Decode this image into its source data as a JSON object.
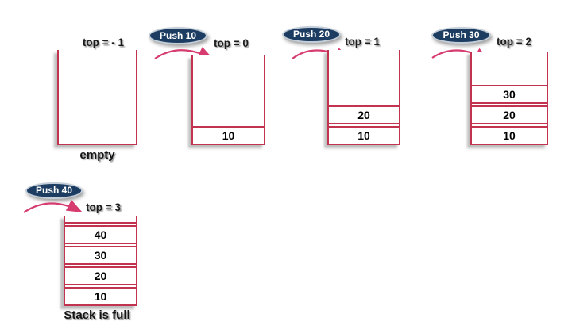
{
  "colors": {
    "stack_border": "#c23350",
    "ellipse_fill": "#1c3d61",
    "ellipse_stroke": "#c2cdd8",
    "arrow": "#d63c6e"
  },
  "stages": [
    {
      "top_label": "top = - 1",
      "caption": "empty",
      "items": []
    },
    {
      "push_label": "Push 10",
      "top_label": "top = 0",
      "items": [
        "10"
      ]
    },
    {
      "push_label": "Push 20",
      "top_label": "top = 1",
      "items": [
        "20",
        "10"
      ]
    },
    {
      "push_label": "Push 30",
      "top_label": "top = 2",
      "items": [
        "30",
        "20",
        "10"
      ]
    },
    {
      "push_label": "Push 40",
      "top_label": "top = 3",
      "items": [
        "40",
        "30",
        "20",
        "10"
      ],
      "caption": "Stack is full"
    }
  ]
}
